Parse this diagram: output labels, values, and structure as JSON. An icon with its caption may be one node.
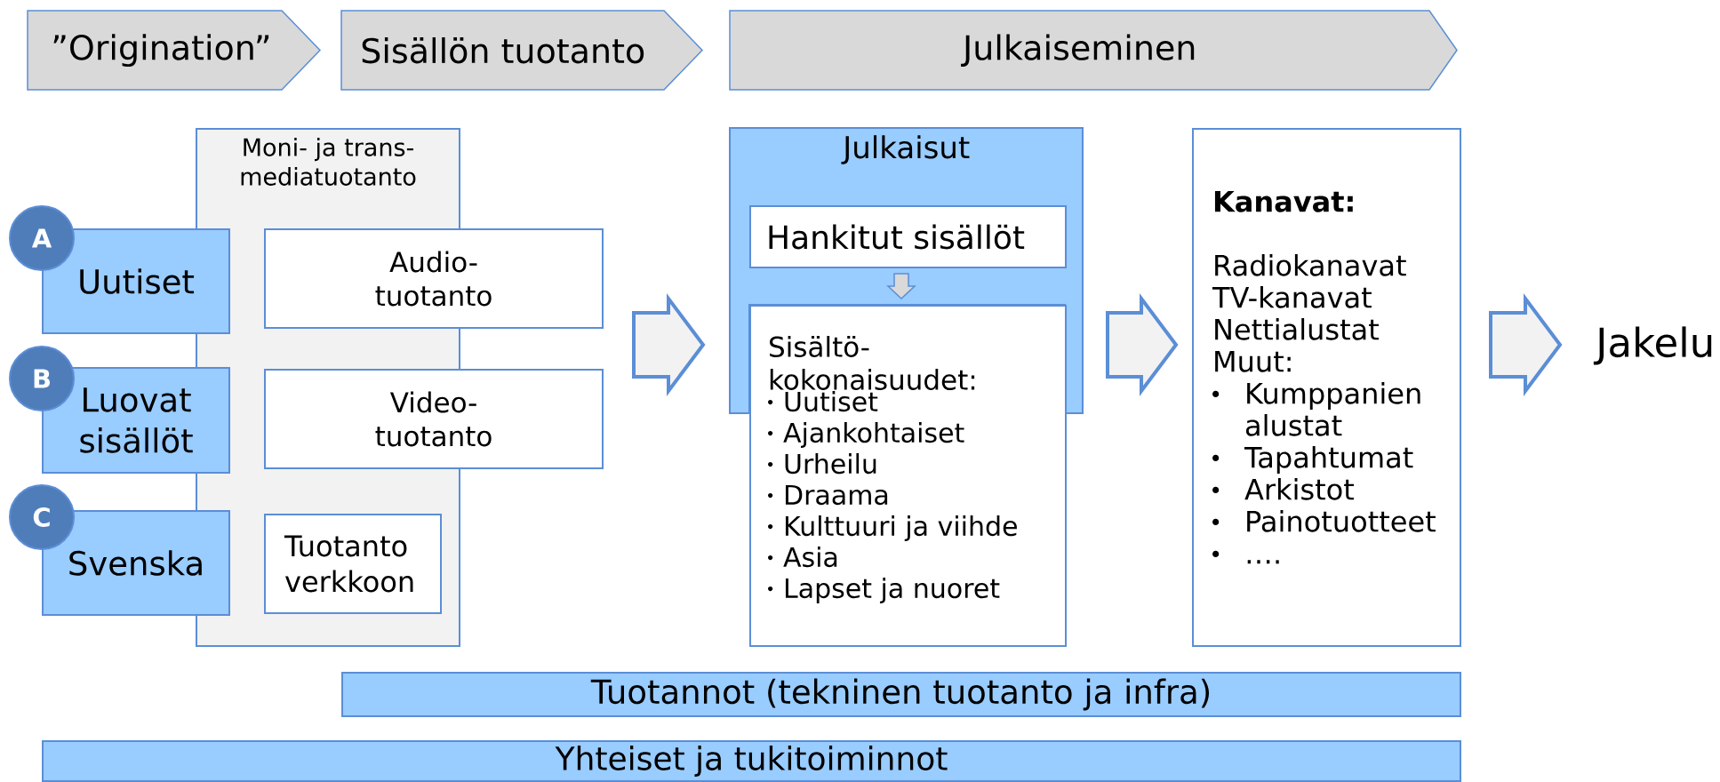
{
  "diagram": {
    "nodes": [
      {
        "text": [
          "”Origination”"
        ]
      },
      {
        "text": [
          "Sisällön tuotanto"
        ]
      },
      {
        "text": [
          "Julkaiseminen"
        ]
      },
      {
        "text": [
          "Moni- ja trans- mediatuotanto"
        ]
      },
      {
        "text": [
          "A"
        ]
      },
      {
        "text": [
          "Uutiset"
        ]
      },
      {
        "text": [
          "Audio- tuotanto"
        ]
      },
      {
        "text": [
          "B"
        ]
      },
      {
        "text": [
          "Luovat sisällöt"
        ]
      },
      {
        "text": [
          "Video- tuotanto"
        ]
      },
      {
        "text": [
          "C"
        ]
      },
      {
        "text": [
          "Svenska"
        ]
      },
      {
        "text": [
          "Tuotanto verkkoon"
        ],
        "in": 3
      },
      {
        "text": [
          "Julkaisut"
        ]
      },
      {
        "text": [
          "Hankitut sisällöt"
        ],
        "in": 13
      },
      {
        "text": [
          "Sisältö- kokonaisuudet:",
          "Uutiset",
          "Ajankohtaiset",
          "Urheilu",
          "Draama",
          "Kulttuuri ja viihde",
          "Asia",
          "Lapset ja nuoret"
        ]
      },
      {
        "text": [
          "Kanavat:",
          "Radiokanavat",
          "TV-kanavat",
          "Nettialustat",
          "Muut:",
          "Kumppanien alustat",
          "Tapahtumat",
          "Arkistot",
          "Painotuotteet",
          "…."
        ]
      },
      {
        "text": [
          "Jakelu"
        ]
      },
      {
        "text": [
          "Tuotannot (tekninen tuotanto ja infra)"
        ]
      },
      {
        "text": [
          "Yhteiset ja tukitoiminnot"
        ]
      }
    ],
    "edges": [
      {
        "from": null,
        "to": 13,
        "arrow": "to"
      },
      {
        "from": 14,
        "to": 15,
        "arrow": "to"
      },
      {
        "from": 15,
        "to": 16,
        "arrow": "to"
      },
      {
        "from": 16,
        "to": 17,
        "arrow": "to"
      }
    ]
  }
}
